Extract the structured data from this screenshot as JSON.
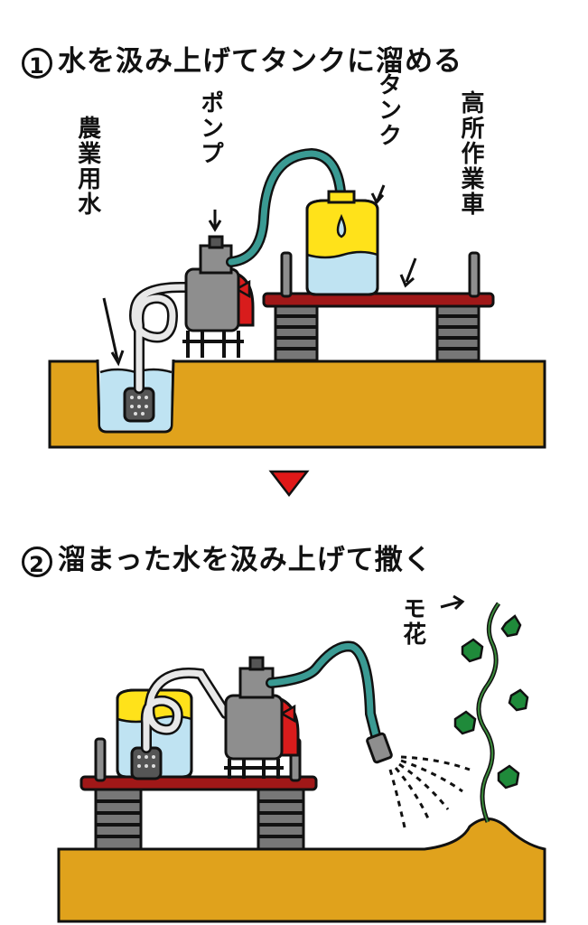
{
  "step1": {
    "number": "1",
    "title": "水を汲み上げてタンクに溜める",
    "labels": {
      "agri_water": "農業用水",
      "pump": "ポンプ",
      "tank": "タンク",
      "work_truck": "高所作業車"
    }
  },
  "step2": {
    "number": "2",
    "title": "溜まった水を汲み上げて撒く",
    "labels": {
      "plant": "モ花"
    }
  },
  "colors": {
    "ground": "#e0a21c",
    "water": "#bfe3f2",
    "tank_top": "#ffe21a",
    "hose": "#3a9a93",
    "pump_body": "#8e8e8e",
    "pump_accent": "#d81c1c",
    "platform": "#a01818",
    "arrow": "#e01818",
    "leaf": "#1f8a3a"
  }
}
